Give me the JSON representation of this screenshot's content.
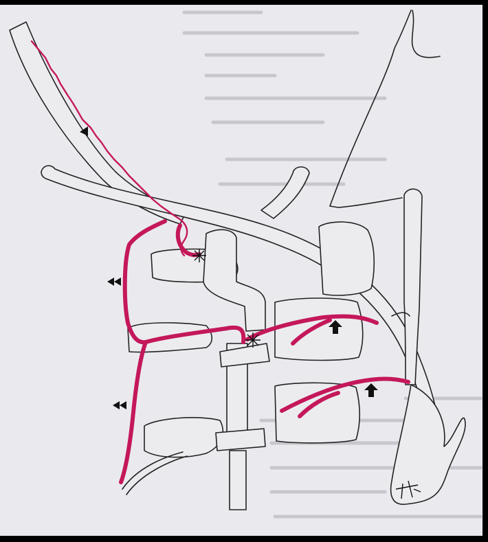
{
  "figure": {
    "background": "#eaeaee",
    "frame_color": "#000000",
    "vessel_color": "#c4185a",
    "outline_color": "#222222",
    "annotations": [
      {
        "kind": "single-arrowhead",
        "direction": "left"
      },
      {
        "kind": "double-arrowhead",
        "direction": "left"
      },
      {
        "kind": "double-arrowhead",
        "direction": "left"
      },
      {
        "kind": "block-arrow",
        "direction": "up"
      },
      {
        "kind": "block-arrow",
        "direction": "up"
      },
      {
        "kind": "asterisk"
      },
      {
        "kind": "asterisk"
      }
    ]
  }
}
